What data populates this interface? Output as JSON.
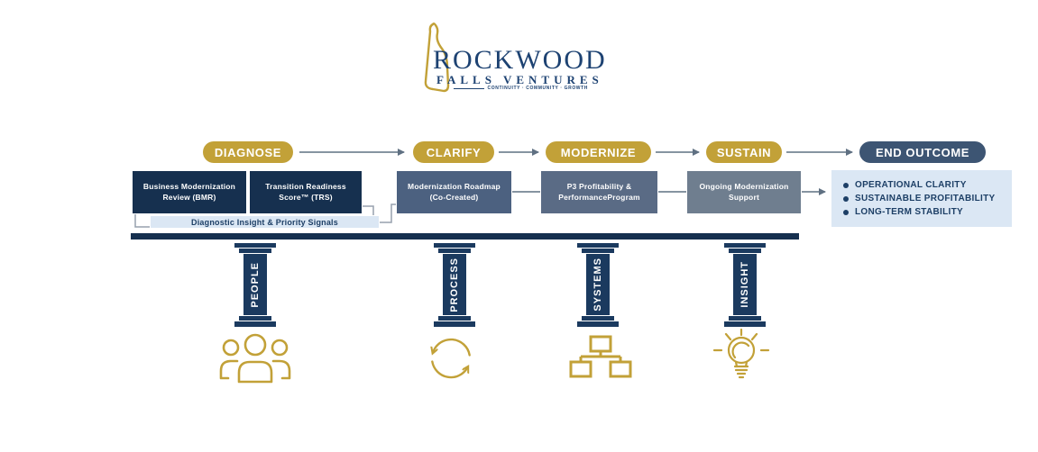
{
  "logo": {
    "name": "ROCKWOOD",
    "subname": "FALLS VENTURES",
    "tagline": "CONTINUITY · COMMUNITY · GROWTH",
    "mark_icon": "delaware-state-outline-icon"
  },
  "colors": {
    "navy": "#16304f",
    "logo_navy": "#1d4272",
    "gold": "#c2a138",
    "slate_clarify": "#4c6180",
    "slate_modernize": "#5a6b85",
    "gray_sustain": "#6f7e8f",
    "end_pill": "#3d5573",
    "light_blue": "#dbe7f4",
    "arrow_gray": "#5f7082"
  },
  "stages": [
    {
      "label": "DIAGNOSE"
    },
    {
      "label": "CLARIFY"
    },
    {
      "label": "MODERNIZE"
    },
    {
      "label": "SUSTAIN"
    },
    {
      "label": "END OUTCOME"
    }
  ],
  "boxes": {
    "bmr": "Business Modernization Review (BMR)",
    "trs": "Transition Readiness Score™ (TRS)",
    "roadmap": "Modernization Roadmap (Co-Created)",
    "p3": "P3 Profitability & PerformanceProgram",
    "ongoing": "Ongoing Modernization Support"
  },
  "diagnostic_bar": {
    "label": "Diagnostic Insight &  Priority Signals"
  },
  "outcomes": [
    "OPERATIONAL CLARITY",
    "SUSTAINABLE PROFITABILITY",
    "LONG-TERM STABILITY"
  ],
  "pillars": [
    {
      "label": "PEOPLE",
      "icon": "people-group-icon"
    },
    {
      "label": "PROCESS",
      "icon": "process-cycle-icon"
    },
    {
      "label": "SYSTEMS",
      "icon": "systems-sitemap-icon"
    },
    {
      "label": "INSIGHT",
      "icon": "insight-bulb-icon"
    }
  ]
}
